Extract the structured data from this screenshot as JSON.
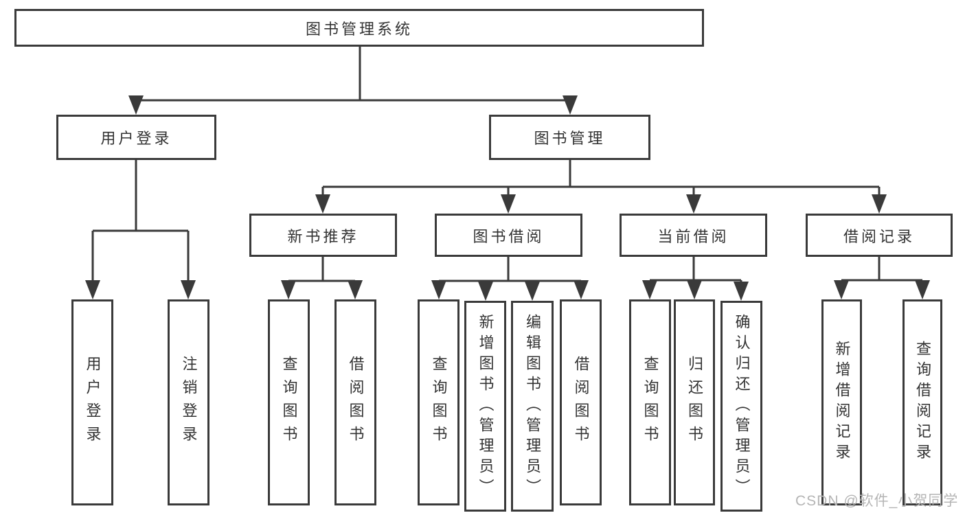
{
  "diagram": {
    "root": "图书管理系统",
    "level2": [
      {
        "label": "用户登录",
        "children": [
          {
            "label": "用户登录"
          },
          {
            "label": "注销登录"
          }
        ]
      },
      {
        "label": "图书管理",
        "children": [
          {
            "label": "新书推荐",
            "children": [
              {
                "label": "查询图书"
              },
              {
                "label": "借阅图书"
              }
            ]
          },
          {
            "label": "图书借阅",
            "children": [
              {
                "label": "查询图书"
              },
              {
                "label": "新增图书（管理员）"
              },
              {
                "label": "编辑图书（管理员）"
              },
              {
                "label": "借阅图书"
              }
            ]
          },
          {
            "label": "当前借阅",
            "children": [
              {
                "label": "查询图书"
              },
              {
                "label": "归还图书"
              },
              {
                "label": "确认归还（管理员）"
              }
            ]
          },
          {
            "label": "借阅记录",
            "children": [
              {
                "label": "新增借阅记录"
              },
              {
                "label": "查询借阅记录"
              }
            ]
          }
        ]
      }
    ],
    "colors": {
      "line": "#3a3a3a",
      "box_border": "#3a3a3a",
      "text": "#333333",
      "background": "#ffffff",
      "watermark": "#b5b5b5"
    }
  },
  "watermark": {
    "text": "CSDN @软件_小贺同学"
  }
}
